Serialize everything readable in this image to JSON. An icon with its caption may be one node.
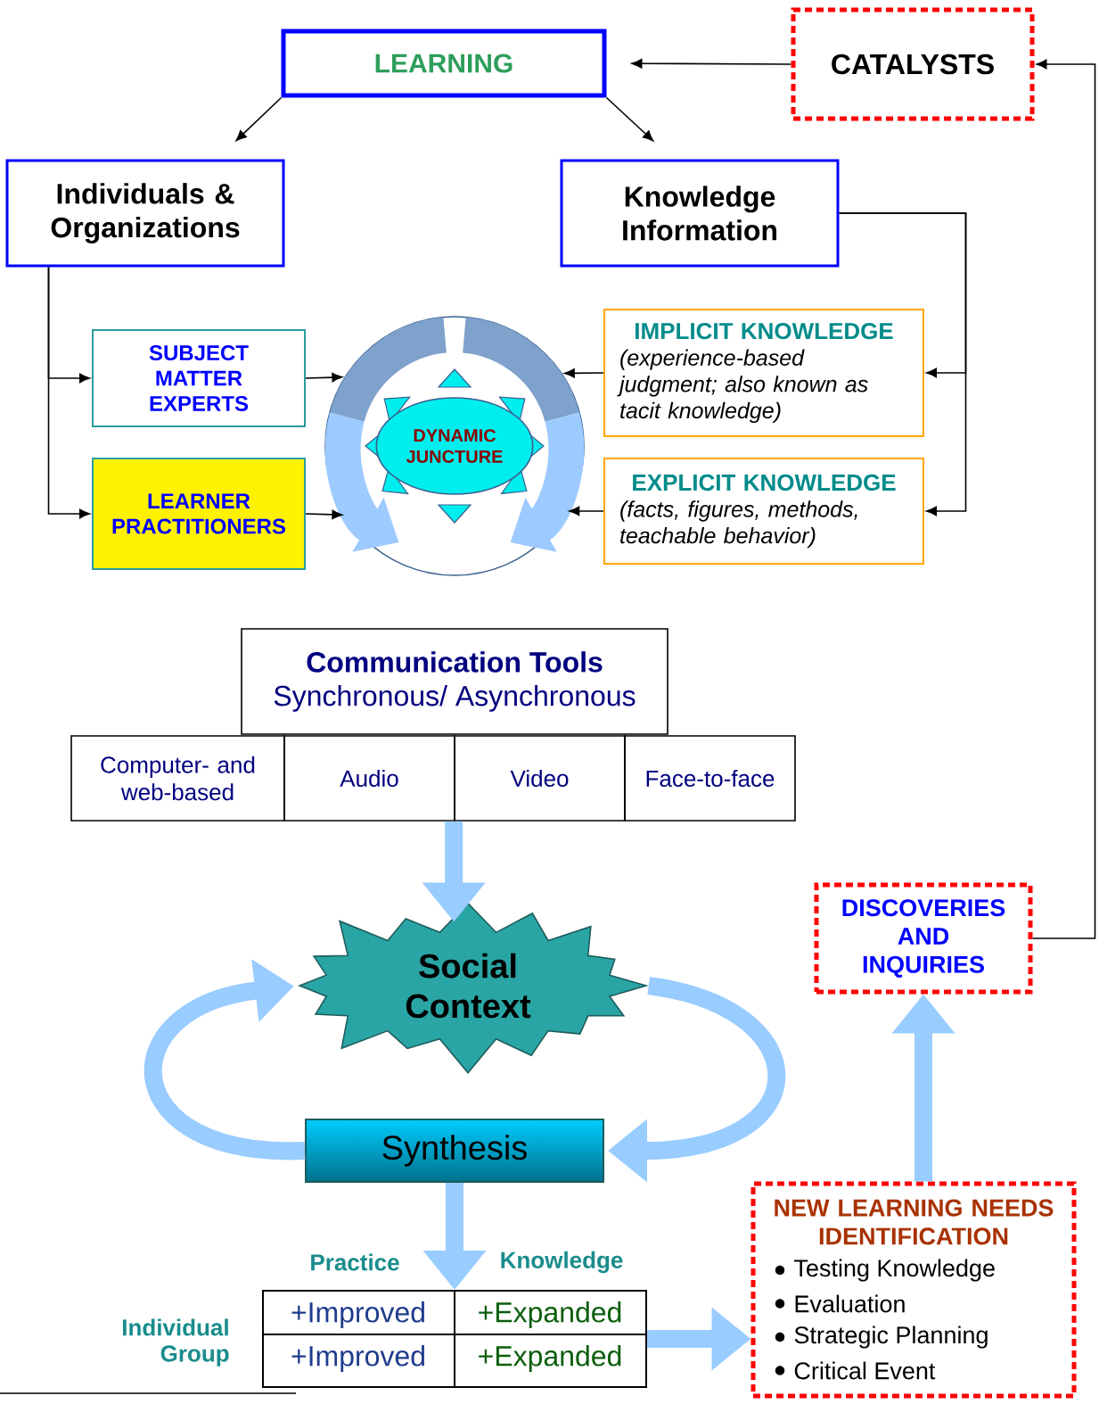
{
  "diagram": {
    "nodes": [
      {
        "text": [
          "LEARNING"
        ]
      },
      {
        "text": [
          "CATALYSTS"
        ]
      },
      {
        "text": [
          "Individuals & Organizations"
        ]
      },
      {
        "text": [
          "Knowledge Information"
        ]
      },
      {
        "text": [
          "SUBJECT MATTER EXPERTS"
        ]
      },
      {
        "text": [
          "LEARNER PRACTITIONERS"
        ]
      },
      {
        "text": [],
        "shape": "circle"
      },
      {
        "text": [
          "DYNAMIC JUNCTURE"
        ],
        "in": 6
      },
      {
        "text": [
          "IMPLICIT KNOWLEDGE",
          "(experience-based judgment; also known as tacit knowledge)"
        ]
      },
      {
        "text": [
          "EXPLICIT KNOWLEDGE",
          "(facts, figures, methods, teachable behavior)"
        ]
      },
      {
        "text": [
          "Communication Tools",
          "Synchronous/ Asynchronous"
        ]
      },
      {
        "text": [
          "Computer- and web-based"
        ]
      },
      {
        "text": [
          "Audio"
        ]
      },
      {
        "text": [
          "Video"
        ]
      },
      {
        "text": [
          "Face-to-face"
        ]
      },
      {
        "text": [
          "Social Context"
        ]
      },
      {
        "text": [
          "Synthesis"
        ]
      },
      {
        "text": [
          "DISCOVERIES AND INQUIRIES"
        ]
      },
      {
        "text": [
          "+Improved",
          "+Expanded",
          "+Improved",
          "+Expanded"
        ]
      },
      {
        "text": [
          "NEW LEARNING NEEDS IDENTIFICATION",
          "Testing Knowledge",
          "Evaluation",
          "Strategic Planning",
          "Critical Event"
        ]
      }
    ],
    "edges": [
      {
        "from": 1,
        "to": 0,
        "arrow": "to"
      },
      {
        "from": 0,
        "to": 2,
        "arrow": "to"
      },
      {
        "from": 0,
        "to": 3,
        "arrow": "to"
      },
      {
        "from": 2,
        "to": 4,
        "arrow": "to"
      },
      {
        "from": 2,
        "to": 5,
        "arrow": "to"
      },
      {
        "from": 4,
        "to": 6,
        "arrow": "to"
      },
      {
        "from": 5,
        "to": 6,
        "arrow": "to"
      },
      {
        "from": 8,
        "to": 6,
        "arrow": "to"
      },
      {
        "from": 9,
        "to": 6,
        "arrow": "to"
      },
      {
        "from": 3,
        "to": 8,
        "arrow": "to"
      },
      {
        "from": 3,
        "to": 9,
        "arrow": "to"
      },
      {
        "from": 13,
        "to": 15,
        "arrow": "to",
        "style": "thick",
        "color": "#99ccff"
      },
      {
        "from": 16,
        "to": 15,
        "arrow": "to",
        "style": "thick",
        "color": "#99ccff"
      },
      {
        "from": 15,
        "to": 16,
        "arrow": "to",
        "style": "thick",
        "color": "#99ccff"
      },
      {
        "from": 16,
        "to": 18,
        "arrow": "to",
        "style": "thick",
        "color": "#99ccff"
      },
      {
        "from": 18,
        "to": 19,
        "arrow": "to",
        "style": "thick",
        "color": "#99ccff"
      },
      {
        "from": 19,
        "to": 17,
        "arrow": "to",
        "style": "thick",
        "color": "#99ccff"
      },
      {
        "from": 17,
        "to": 1,
        "arrow": "to"
      }
    ],
    "labels": [
      "Practice",
      "Knowledge",
      "Individual",
      "Group"
    ]
  }
}
